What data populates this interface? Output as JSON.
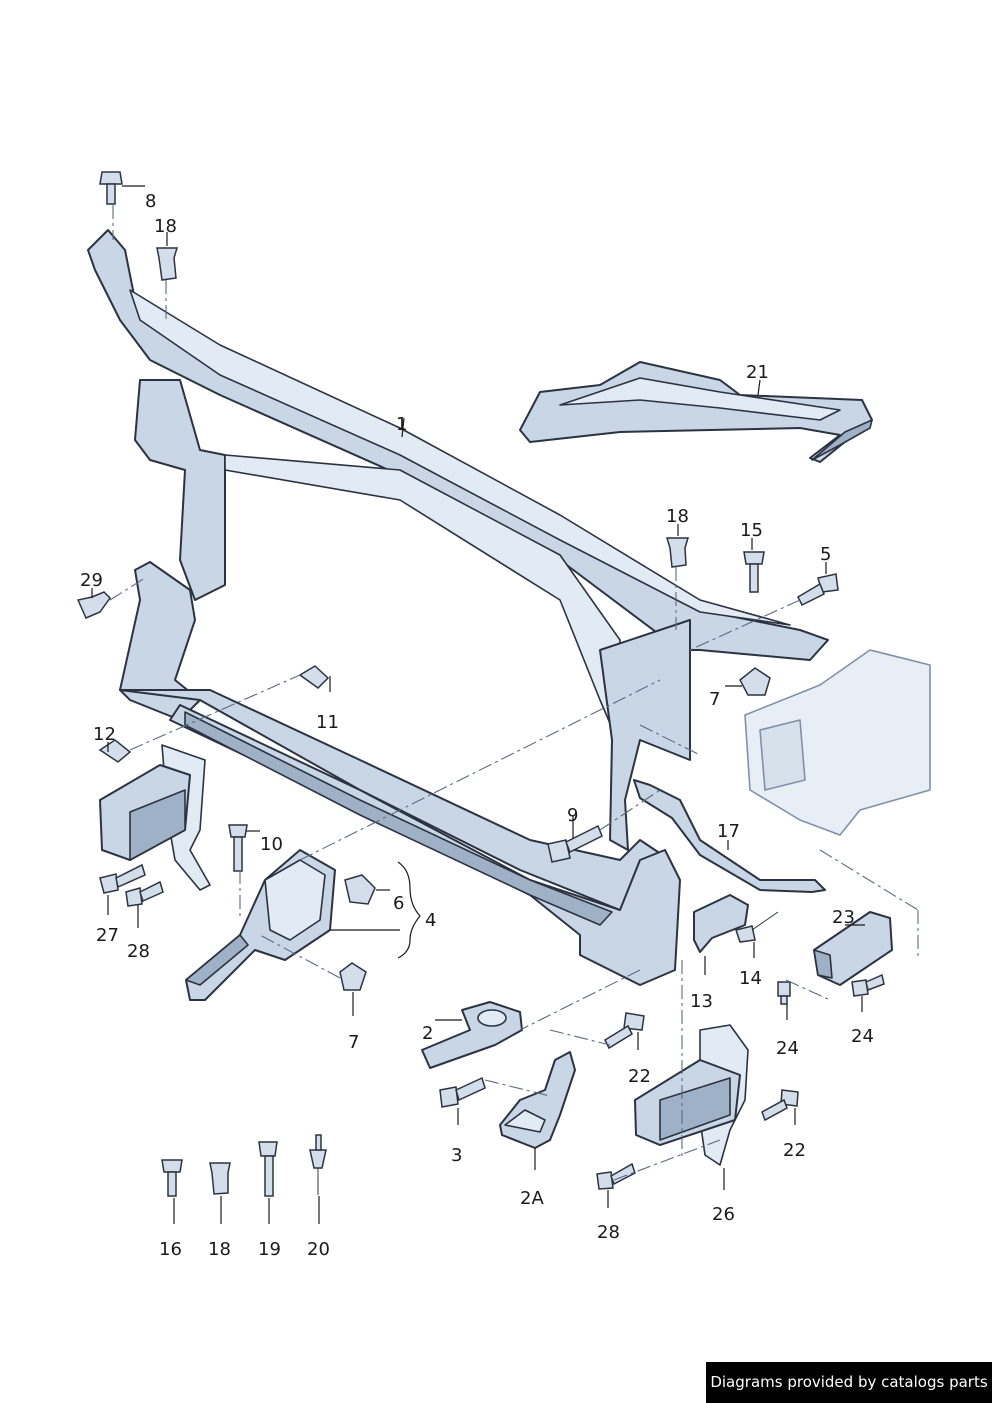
{
  "callouts": {
    "c1": "1",
    "c2": "2",
    "c2a": "2A",
    "c3": "3",
    "c4": "4",
    "c5": "5",
    "c6": "6",
    "c7a": "7",
    "c7b": "7",
    "c8": "8",
    "c9": "9",
    "c10": "10",
    "c11": "11",
    "c12": "12",
    "c13": "13",
    "c14": "14",
    "c15": "15",
    "c16": "16",
    "c17": "17",
    "c18a": "18",
    "c18b": "18",
    "c18c": "18",
    "c19": "19",
    "c20": "20",
    "c21": "21",
    "c22a": "22",
    "c22b": "22",
    "c23": "23",
    "c24a": "24",
    "c24b": "24",
    "c26": "26",
    "c27": "27",
    "c28a": "28",
    "c28b": "28",
    "c29": "29"
  },
  "credit": "Diagrams provided by catalogs parts",
  "colors": {
    "part_fill": "#c9d6e6",
    "outline": "#2c3340",
    "credit_bg": "#000000"
  },
  "icons": [
    "bolt-icon",
    "rivet-nut-icon",
    "clip-nut-icon",
    "rivet-icon"
  ]
}
